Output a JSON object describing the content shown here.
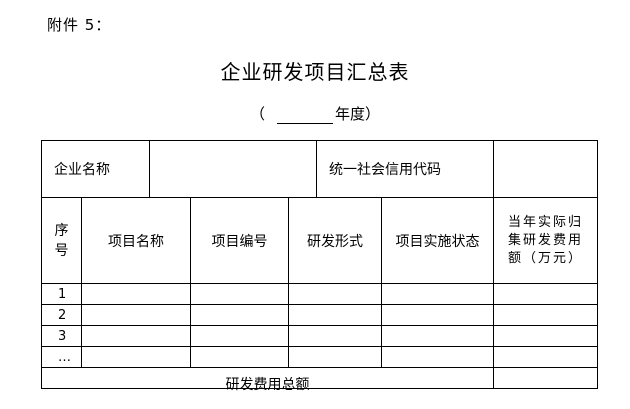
{
  "attachment_label": "附件 5：",
  "title": "企业研发项目汇总表",
  "year_line": {
    "open_paren": "（",
    "suffix": "年度）"
  },
  "company_row": {
    "company_name_label": "企业名称",
    "company_name_value": "",
    "credit_code_label": "统一社会信用代码",
    "credit_code_value": ""
  },
  "headers": {
    "seq": "序号",
    "project_name": "项目名称",
    "project_code": "项目编号",
    "rd_form": "研发形式",
    "status": "项目实施状态",
    "amount": "当年实际归集研发费用额（万元）"
  },
  "rows": [
    {
      "seq": "1"
    },
    {
      "seq": "2"
    },
    {
      "seq": "3"
    },
    {
      "seq": "…"
    }
  ],
  "total_label": "研发费用总额"
}
